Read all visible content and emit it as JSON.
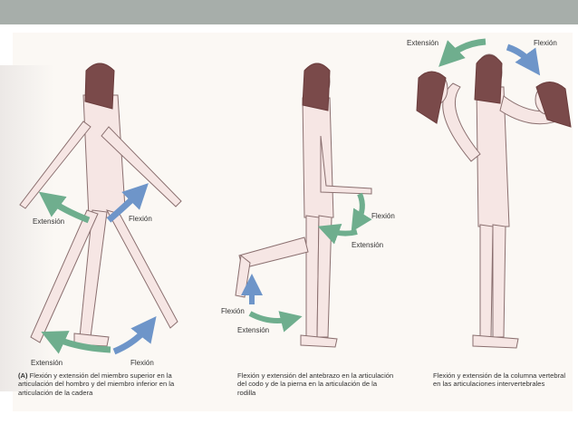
{
  "colors": {
    "top_bar": "#a7aeaa",
    "skin": "#f6e6e4",
    "hair": "#7a4a4a",
    "arrow_green": "#6fae8e",
    "arrow_blue": "#6e95c9"
  },
  "panel_a": {
    "label_extension_upper": "Extensión",
    "label_flexion_upper": "Flexión",
    "label_extension_lower": "Extensión",
    "label_flexion_lower": "Flexión",
    "caption_tag": "(A)",
    "caption": "Flexión y extensión del miembro superior en la articulación del hombro y del miembro inferior en la articulación de la cadera"
  },
  "panel_b": {
    "label_flexion_upper": "Flexión",
    "label_extension_upper": "Extensión",
    "label_flexion_lower": "Flexión",
    "label_extension_lower": "Extensión",
    "caption": "Flexión y extensión del antebrazo en la articulación del codo y de la pierna en la articulación de la rodilla"
  },
  "panel_c": {
    "label_extension": "Extensión",
    "label_flexion": "Flexión",
    "caption": "Flexión y extensión de la columna vertebral en las articulaciones intervertebrales"
  }
}
